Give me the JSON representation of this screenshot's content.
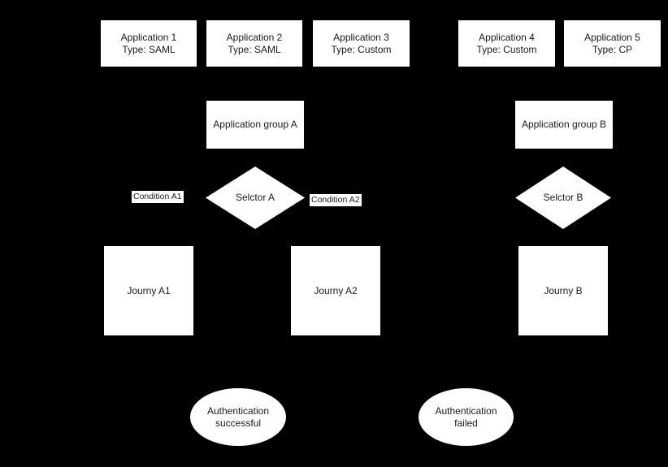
{
  "diagram": {
    "background_color": "#000000",
    "node_fill": "#ffffff",
    "node_text_color": "#1a1a1a",
    "applications": [
      {
        "name": "Application 1",
        "type_line": "Type: SAML",
        "label": "Application 1\nType: SAML"
      },
      {
        "name": "Application 2",
        "type_line": "Type: SAML",
        "label": "Application 2\nType: SAML"
      },
      {
        "name": "Application 3",
        "type_line": "Type: Custom",
        "label": "Application 3\nType: Custom"
      },
      {
        "name": "Application 4",
        "type_line": "Type: Custom",
        "label": "Application 4\nType: Custom"
      },
      {
        "name": "Application 5",
        "type_line": "Type: CP",
        "label": "Application 5\nType: CP"
      }
    ],
    "groups": [
      {
        "label": "Application group A"
      },
      {
        "label": "Application group B"
      }
    ],
    "selectors": [
      {
        "label": "Selctor A"
      },
      {
        "label": "Selctor B"
      }
    ],
    "conditions": [
      {
        "label": "Condition A1"
      },
      {
        "label": "Condition A2"
      }
    ],
    "journeys": [
      {
        "label": "Journy A1"
      },
      {
        "label": "Journy A2"
      },
      {
        "label": "Journy B"
      }
    ],
    "outcomes": [
      {
        "label": "Authentication\nsuccessful"
      },
      {
        "label": "Authentication\nfailed"
      }
    ]
  }
}
